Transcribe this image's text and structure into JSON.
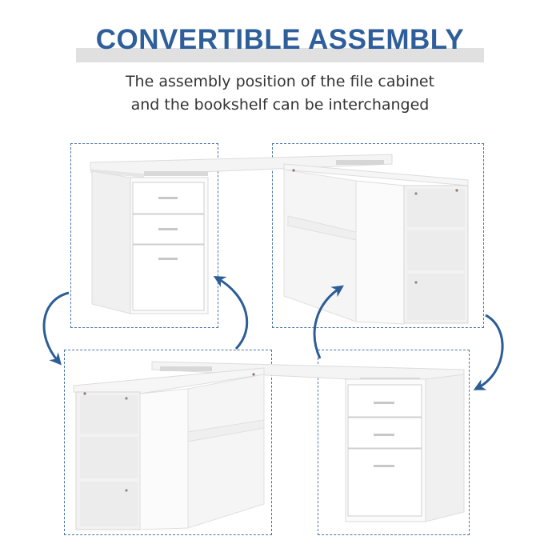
{
  "header": {
    "title": "CONVERTIBLE ASSEMBLY",
    "subtitle_line1": "The assembly position of the file cabinet",
    "subtitle_line2": "and the bookshelf can be interchanged"
  },
  "colors": {
    "title": "#2f5f9a",
    "band": "#e0e0e0",
    "dashed_border": "#4b75a7",
    "arrow": "#2c5d96"
  },
  "panels": [
    {
      "id": "top-left",
      "content": "file cabinet with three drawers"
    },
    {
      "id": "top-right",
      "content": "bookshelf with open shelves"
    },
    {
      "id": "bottom-left",
      "content": "bookshelf with open shelves"
    },
    {
      "id": "bottom-right",
      "content": "file cabinet with three drawers"
    }
  ]
}
